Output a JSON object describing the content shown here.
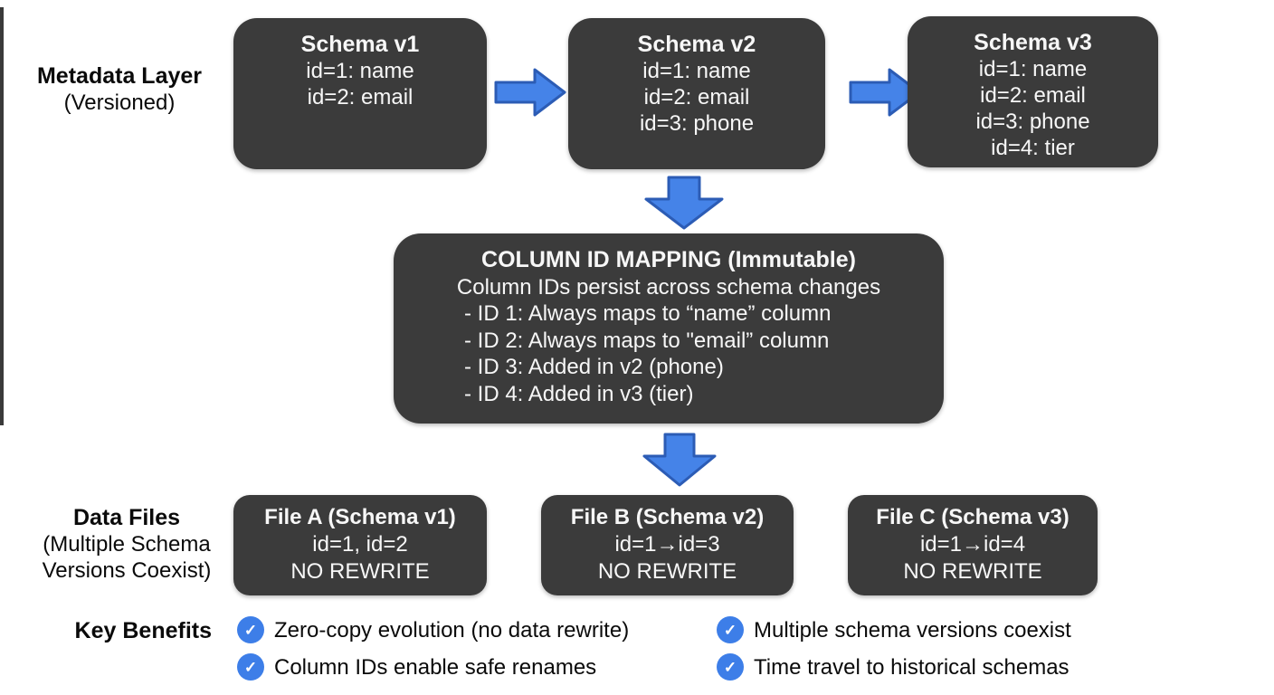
{
  "colors": {
    "background": "#ffffff",
    "box_fill": "#3b3b3b",
    "box_text": "#f7f7f7",
    "arrow_fill": "#4583e8",
    "arrow_border": "#2c5cb5",
    "check_fill": "#3d7ee8",
    "check_mark": "#ffffff",
    "label_text": "#0a0a0a",
    "edge_strip": "#3a3a3a"
  },
  "icons": {
    "check_glyph": "✓"
  },
  "metadata_label": {
    "title": "Metadata Layer",
    "subtitle": "(Versioned)"
  },
  "schemas": [
    {
      "title": "Schema v1",
      "lines": [
        "id=1: name",
        "id=2: email"
      ]
    },
    {
      "title": "Schema v2",
      "lines": [
        "id=1: name",
        "id=2: email",
        "id=3: phone"
      ]
    },
    {
      "title": "Schema v3",
      "lines": [
        "id=1: name",
        "id=2: email",
        "id=3: phone",
        "id=4: tier"
      ]
    }
  ],
  "mapping": {
    "title": "COLUMN ID MAPPING (Immutable)",
    "subtitle": "Column IDs persist across schema changes",
    "items": [
      "- ID 1: Always maps to “name” column",
      "- ID 2: Always maps to \"email” column",
      "- ID 3: Added in v2 (phone)",
      "- ID 4: Added in v3 (tier)"
    ]
  },
  "data_files_label": {
    "title": "Data Files",
    "subtitle_line1": "(Multiple Schema",
    "subtitle_line2": "Versions Coexist)"
  },
  "files": [
    {
      "title": "File A (Schema v1)",
      "ids": "id=1, id=2",
      "note": "NO REWRITE"
    },
    {
      "title": "File B (Schema v2)",
      "ids": "id=1→id=3",
      "note": "NO REWRITE"
    },
    {
      "title": "File C (Schema v3)",
      "ids": "id=1→id=4",
      "note": "NO REWRITE"
    }
  ],
  "benefits": {
    "label": "Key Benefits",
    "items": [
      "Zero-copy evolution (no data rewrite)",
      "Column IDs enable safe renames",
      "Multiple schema versions coexist",
      "Time travel to historical schemas"
    ]
  }
}
